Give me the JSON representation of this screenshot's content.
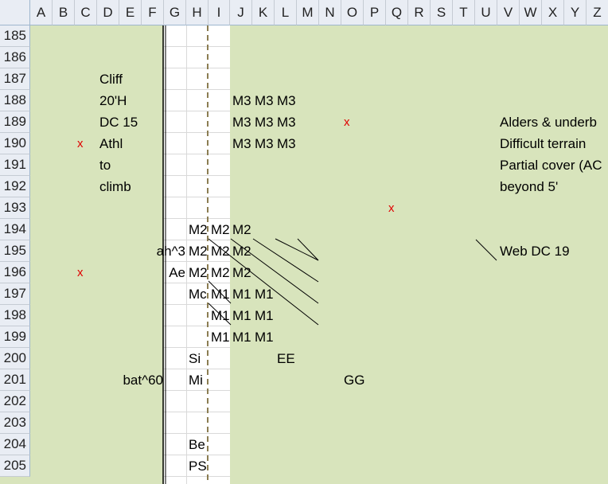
{
  "columns": [
    "A",
    "B",
    "C",
    "D",
    "E",
    "F",
    "G",
    "H",
    "I",
    "J",
    "K",
    "L",
    "M",
    "N",
    "O",
    "P",
    "Q",
    "R",
    "S",
    "T",
    "U",
    "V",
    "W",
    "X",
    "Y",
    "Z"
  ],
  "rows": [
    "185",
    "186",
    "187",
    "188",
    "189",
    "190",
    "191",
    "192",
    "193",
    "194",
    "195",
    "196",
    "197",
    "198",
    "199",
    "200",
    "201",
    "202",
    "203",
    "204",
    "205"
  ],
  "cells": [
    {
      "text": "Cliff",
      "col": "D",
      "row": "187"
    },
    {
      "text": "20'H",
      "col": "D",
      "row": "188"
    },
    {
      "text": "DC 15",
      "col": "D",
      "row": "189"
    },
    {
      "text": "Athl",
      "col": "D",
      "row": "190"
    },
    {
      "text": "to",
      "col": "D",
      "row": "191"
    },
    {
      "text": "climb",
      "col": "D",
      "row": "192"
    },
    {
      "text": "x",
      "col": "C",
      "row": "190",
      "red": true
    },
    {
      "text": "x",
      "col": "C",
      "row": "196",
      "red": true
    },
    {
      "text": "x",
      "col": "O",
      "row": "189",
      "red": true
    },
    {
      "text": "x",
      "col": "Q",
      "row": "193",
      "red": true
    },
    {
      "text": "M3",
      "col": "J",
      "row": "188"
    },
    {
      "text": "M3",
      "col": "K",
      "row": "188"
    },
    {
      "text": "M3",
      "col": "L",
      "row": "188"
    },
    {
      "text": "M3",
      "col": "J",
      "row": "189"
    },
    {
      "text": "M3",
      "col": "K",
      "row": "189"
    },
    {
      "text": "M3",
      "col": "L",
      "row": "189"
    },
    {
      "text": "M3",
      "col": "J",
      "row": "190"
    },
    {
      "text": "M3",
      "col": "K",
      "row": "190"
    },
    {
      "text": "M3",
      "col": "L",
      "row": "190"
    },
    {
      "text": "M2",
      "col": "H",
      "row": "194"
    },
    {
      "text": "M2",
      "col": "I",
      "row": "194"
    },
    {
      "text": "M2",
      "col": "J",
      "row": "194"
    },
    {
      "text": "ah^3",
      "col": "G",
      "row": "195",
      "right": true
    },
    {
      "text": "M2",
      "col": "H",
      "row": "195"
    },
    {
      "text": "M2",
      "col": "I",
      "row": "195"
    },
    {
      "text": "M2",
      "col": "J",
      "row": "195"
    },
    {
      "text": "Ae",
      "col": "G",
      "row": "196",
      "right": true
    },
    {
      "text": "M2",
      "col": "H",
      "row": "196"
    },
    {
      "text": "M2",
      "col": "I",
      "row": "196"
    },
    {
      "text": "M2",
      "col": "J",
      "row": "196"
    },
    {
      "text": "Mc",
      "col": "H",
      "row": "197"
    },
    {
      "text": "M1",
      "col": "I",
      "row": "197"
    },
    {
      "text": "M1",
      "col": "J",
      "row": "197"
    },
    {
      "text": "M1",
      "col": "K",
      "row": "197"
    },
    {
      "text": "M1",
      "col": "I",
      "row": "198"
    },
    {
      "text": "M1",
      "col": "J",
      "row": "198"
    },
    {
      "text": "M1",
      "col": "K",
      "row": "198"
    },
    {
      "text": "M1",
      "col": "I",
      "row": "199"
    },
    {
      "text": "M1",
      "col": "J",
      "row": "199"
    },
    {
      "text": "M1",
      "col": "K",
      "row": "199"
    },
    {
      "text": "Si",
      "col": "H",
      "row": "200"
    },
    {
      "text": "EE",
      "col": "L",
      "row": "200"
    },
    {
      "text": "bat^60",
      "col": "F",
      "row": "201",
      "right": true
    },
    {
      "text": "Mi",
      "col": "H",
      "row": "201"
    },
    {
      "text": "GG",
      "col": "O",
      "row": "201"
    },
    {
      "text": "Be",
      "col": "H",
      "row": "204"
    },
    {
      "text": "PS",
      "col": "H",
      "row": "205"
    },
    {
      "text": "Alders & underb",
      "col": "V",
      "row": "189"
    },
    {
      "text": "Difficult terrain",
      "col": "V",
      "row": "190"
    },
    {
      "text": "Partial cover (AC",
      "col": "V",
      "row": "191"
    },
    {
      "text": "beyond 5'",
      "col": "V",
      "row": "192"
    },
    {
      "text": "Web DC 19",
      "col": "V",
      "row": "195"
    }
  ]
}
